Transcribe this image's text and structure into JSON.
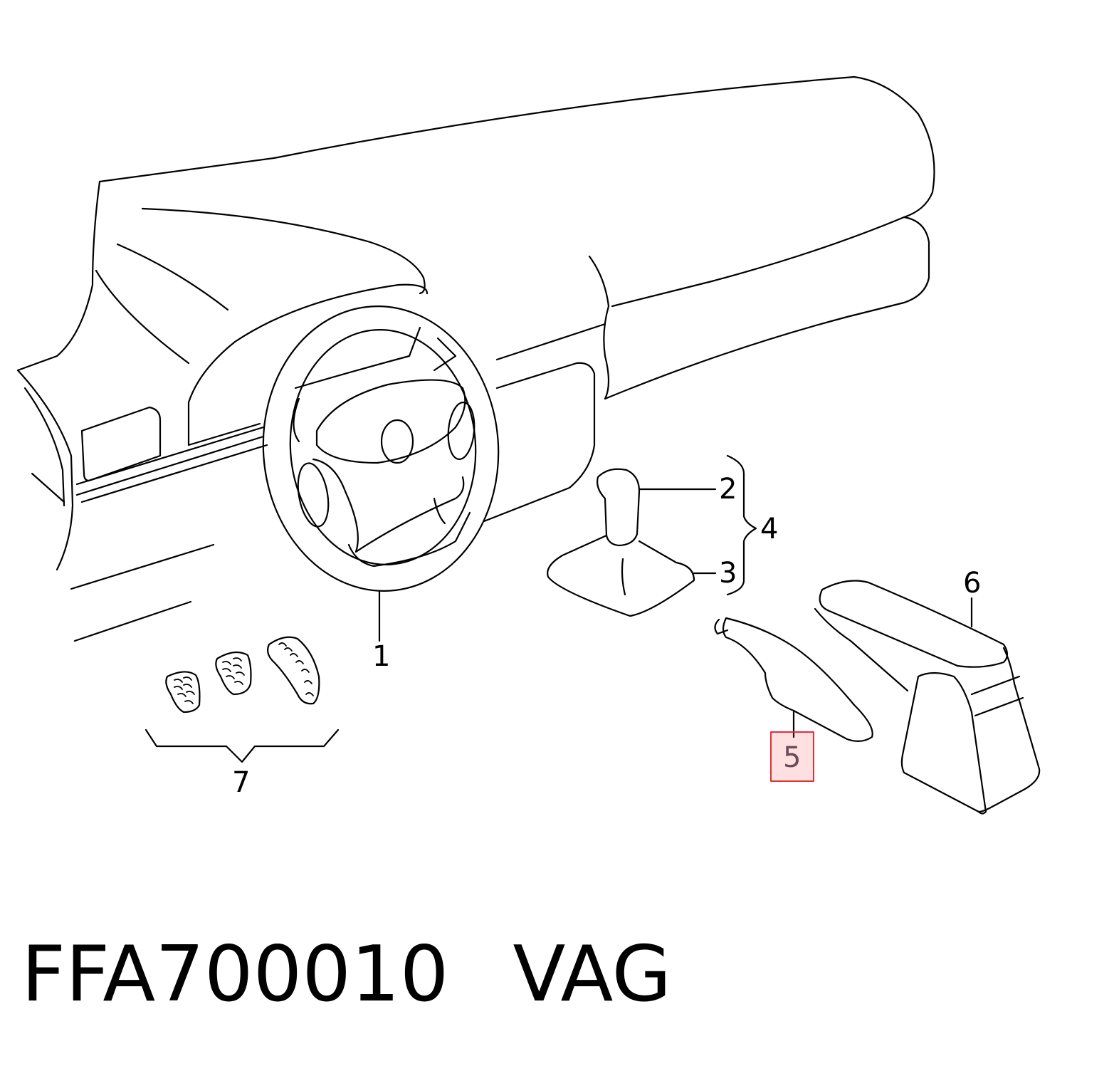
{
  "diagram": {
    "callouts": {
      "c1": "1",
      "c2": "2",
      "c3": "3",
      "c4": "4",
      "c5": "5",
      "c6": "6",
      "c7": "7"
    },
    "highlighted_callout": "5",
    "highlight_color": "#e0303a"
  },
  "footer": {
    "part_number": "FFA700010",
    "brand": "VAG"
  }
}
